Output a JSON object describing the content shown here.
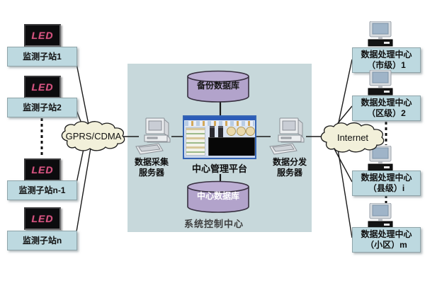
{
  "led_text": "LED",
  "left_stations": [
    {
      "label": "监测子站1"
    },
    {
      "label": "监测子站2"
    },
    {
      "label": "监测子站n-1"
    },
    {
      "label": "监测子站n"
    }
  ],
  "gprs_cloud_label": "GPRS/CDMA",
  "internet_cloud_label": "Internet",
  "center": {
    "backup_db_label": "备份数据库",
    "collection_server_line1": "数据采集",
    "collection_server_line2": "服务器",
    "platform_label": "中心管理平台",
    "distribution_server_line1": "数据分发",
    "distribution_server_line2": "服务器",
    "central_db_label": "中心数据库",
    "control_center_label": "系统控制中心"
  },
  "right_centers": [
    {
      "line1": "数据处理中心",
      "line2": "（市级）1"
    },
    {
      "line1": "数据处理中心",
      "line2": "（区级）2"
    },
    {
      "line1": "数据处理中心",
      "line2": "（县级）i"
    },
    {
      "line1": "数据处理中心",
      "line2": "（小区）m"
    }
  ],
  "colors": {
    "center_box_bg": "#c7d8db",
    "label_box_bg": "#bdd9e0",
    "cloud_bg": "#f2f0da",
    "cylinder_purple": "#b2a3cb",
    "led_pink": "#d4557f",
    "platform_frame_blue": "#3565b5"
  }
}
